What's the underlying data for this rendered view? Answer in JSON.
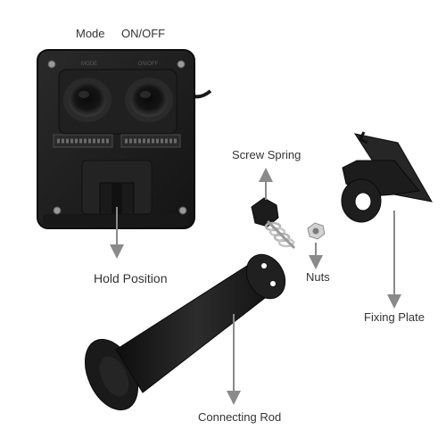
{
  "labels": {
    "mode": "Mode",
    "on_off": "ON/OFF",
    "hold_position": "Hold Position",
    "screw_spring": "Screw Spring",
    "nuts": "Nuts",
    "fixing_plate": "Fixing Plate",
    "connecting_rod": "Connecting Rod"
  },
  "device_print": {
    "mode": "MODE",
    "on_off": "ON/OFF"
  },
  "colors": {
    "device_body": "#1c1c1c",
    "arrow": "#8a8a8a",
    "text": "#333333",
    "metal": "#c9c9c9"
  }
}
